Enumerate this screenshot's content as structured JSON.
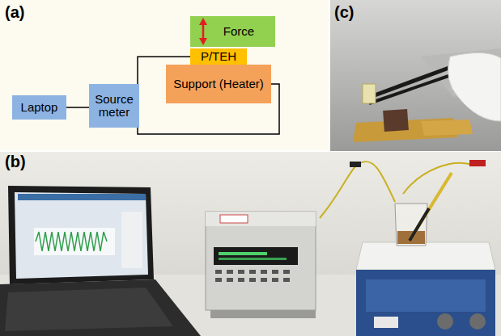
{
  "diagram": {
    "nodes": [
      {
        "text": [
          "Laptop"
        ]
      },
      {
        "text": [
          "Source meter"
        ]
      },
      {
        "text": [
          "Force"
        ]
      },
      {
        "text": [
          "P/TEH"
        ]
      },
      {
        "text": [
          "Support (Heater)"
        ]
      }
    ],
    "edges": [
      {
        "from": 0,
        "to": 1,
        "arrow": "none"
      },
      {
        "from": 1,
        "to": 3,
        "arrow": "none"
      },
      {
        "from": 1,
        "to": 4,
        "arrow": "none"
      }
    ],
    "labels": [
      "(a)",
      "(b)",
      "(c)"
    ]
  }
}
